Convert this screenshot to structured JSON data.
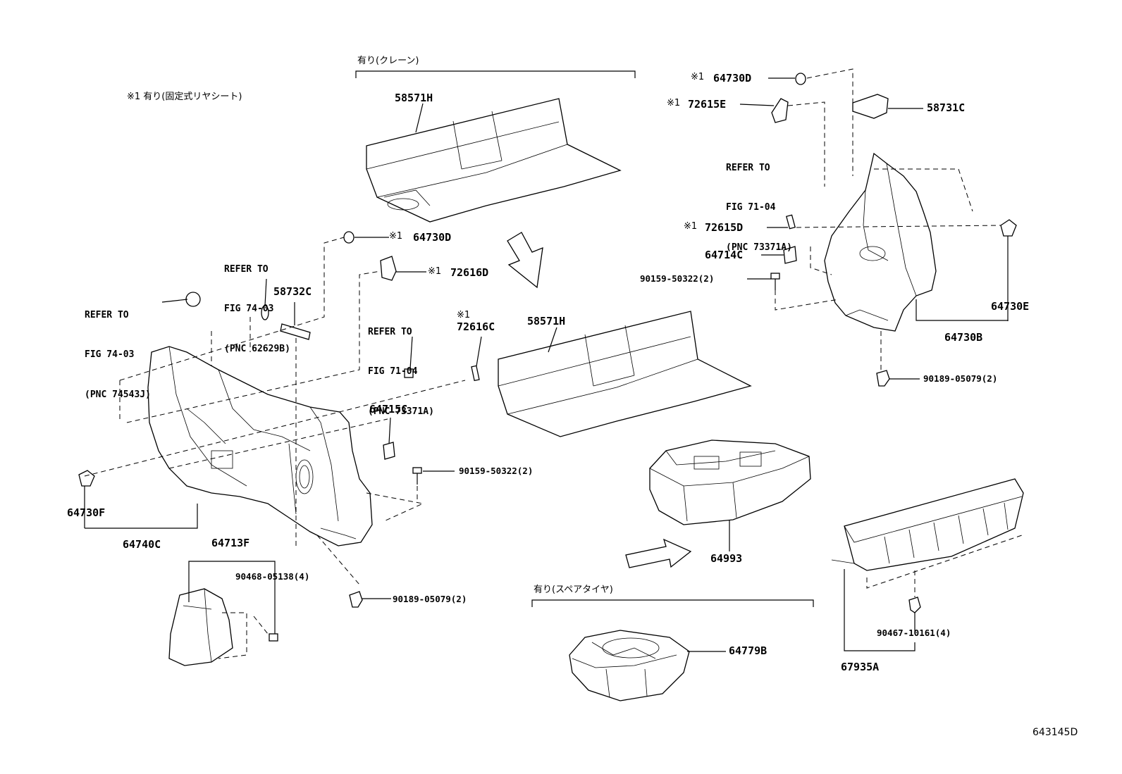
{
  "notes": {
    "note1": "※1 有り(固定式リヤシート)",
    "crane_group": "有り(クレーン)",
    "spare_group": "有り(スペアタイヤ)"
  },
  "figure_id": "643145D",
  "refs": {
    "ref_74543J": {
      "l1": "REFER TO",
      "l2": "FIG 74-03",
      "l3": "(PNC 74543J)"
    },
    "ref_62629B": {
      "l1": "REFER TO",
      "l2": "FIG 74-03",
      "l3": "(PNC 62629B)"
    },
    "ref_73371A_left": {
      "l1": "REFER TO",
      "l2": "FIG 71-04",
      "l3": "(PNC 73371A)"
    },
    "ref_73371A_right": {
      "l1": "REFER TO",
      "l2": "FIG 71-04",
      "l3": "(PNC 73371A)"
    }
  },
  "parts": {
    "p58571H_top": "58571H",
    "p58571H_mid": "58571H",
    "p64730D_mid": "64730D",
    "p64730D_mid_mark": "※1",
    "p72616D": "72616D",
    "p72616D_mark": "※1",
    "p72616C": "72616C",
    "p72616C_mark": "※1",
    "p58732C": "58732C",
    "p64715C": "64715C",
    "p90159_left": "90159-50322(2)",
    "p64730F": "64730F",
    "p64740C": "64740C",
    "p64713F": "64713F",
    "p90468": "90468-05138(4)",
    "p90189_left": "90189-05079(2)",
    "p64993": "64993",
    "p64779B": "64779B",
    "p64730D_top": "64730D",
    "p64730D_top_mark": "※1",
    "p72615E": "72615E",
    "p72615E_mark": "※1",
    "p58731C": "58731C",
    "p72615D": "72615D",
    "p72615D_mark": "※1",
    "p64714C": "64714C",
    "p90159_right": "90159-50322(2)",
    "p64730E": "64730E",
    "p64730B": "64730B",
    "p90189_right": "90189-05079(2)",
    "p90467": "90467-10161(4)",
    "p67935A": "67935A"
  }
}
